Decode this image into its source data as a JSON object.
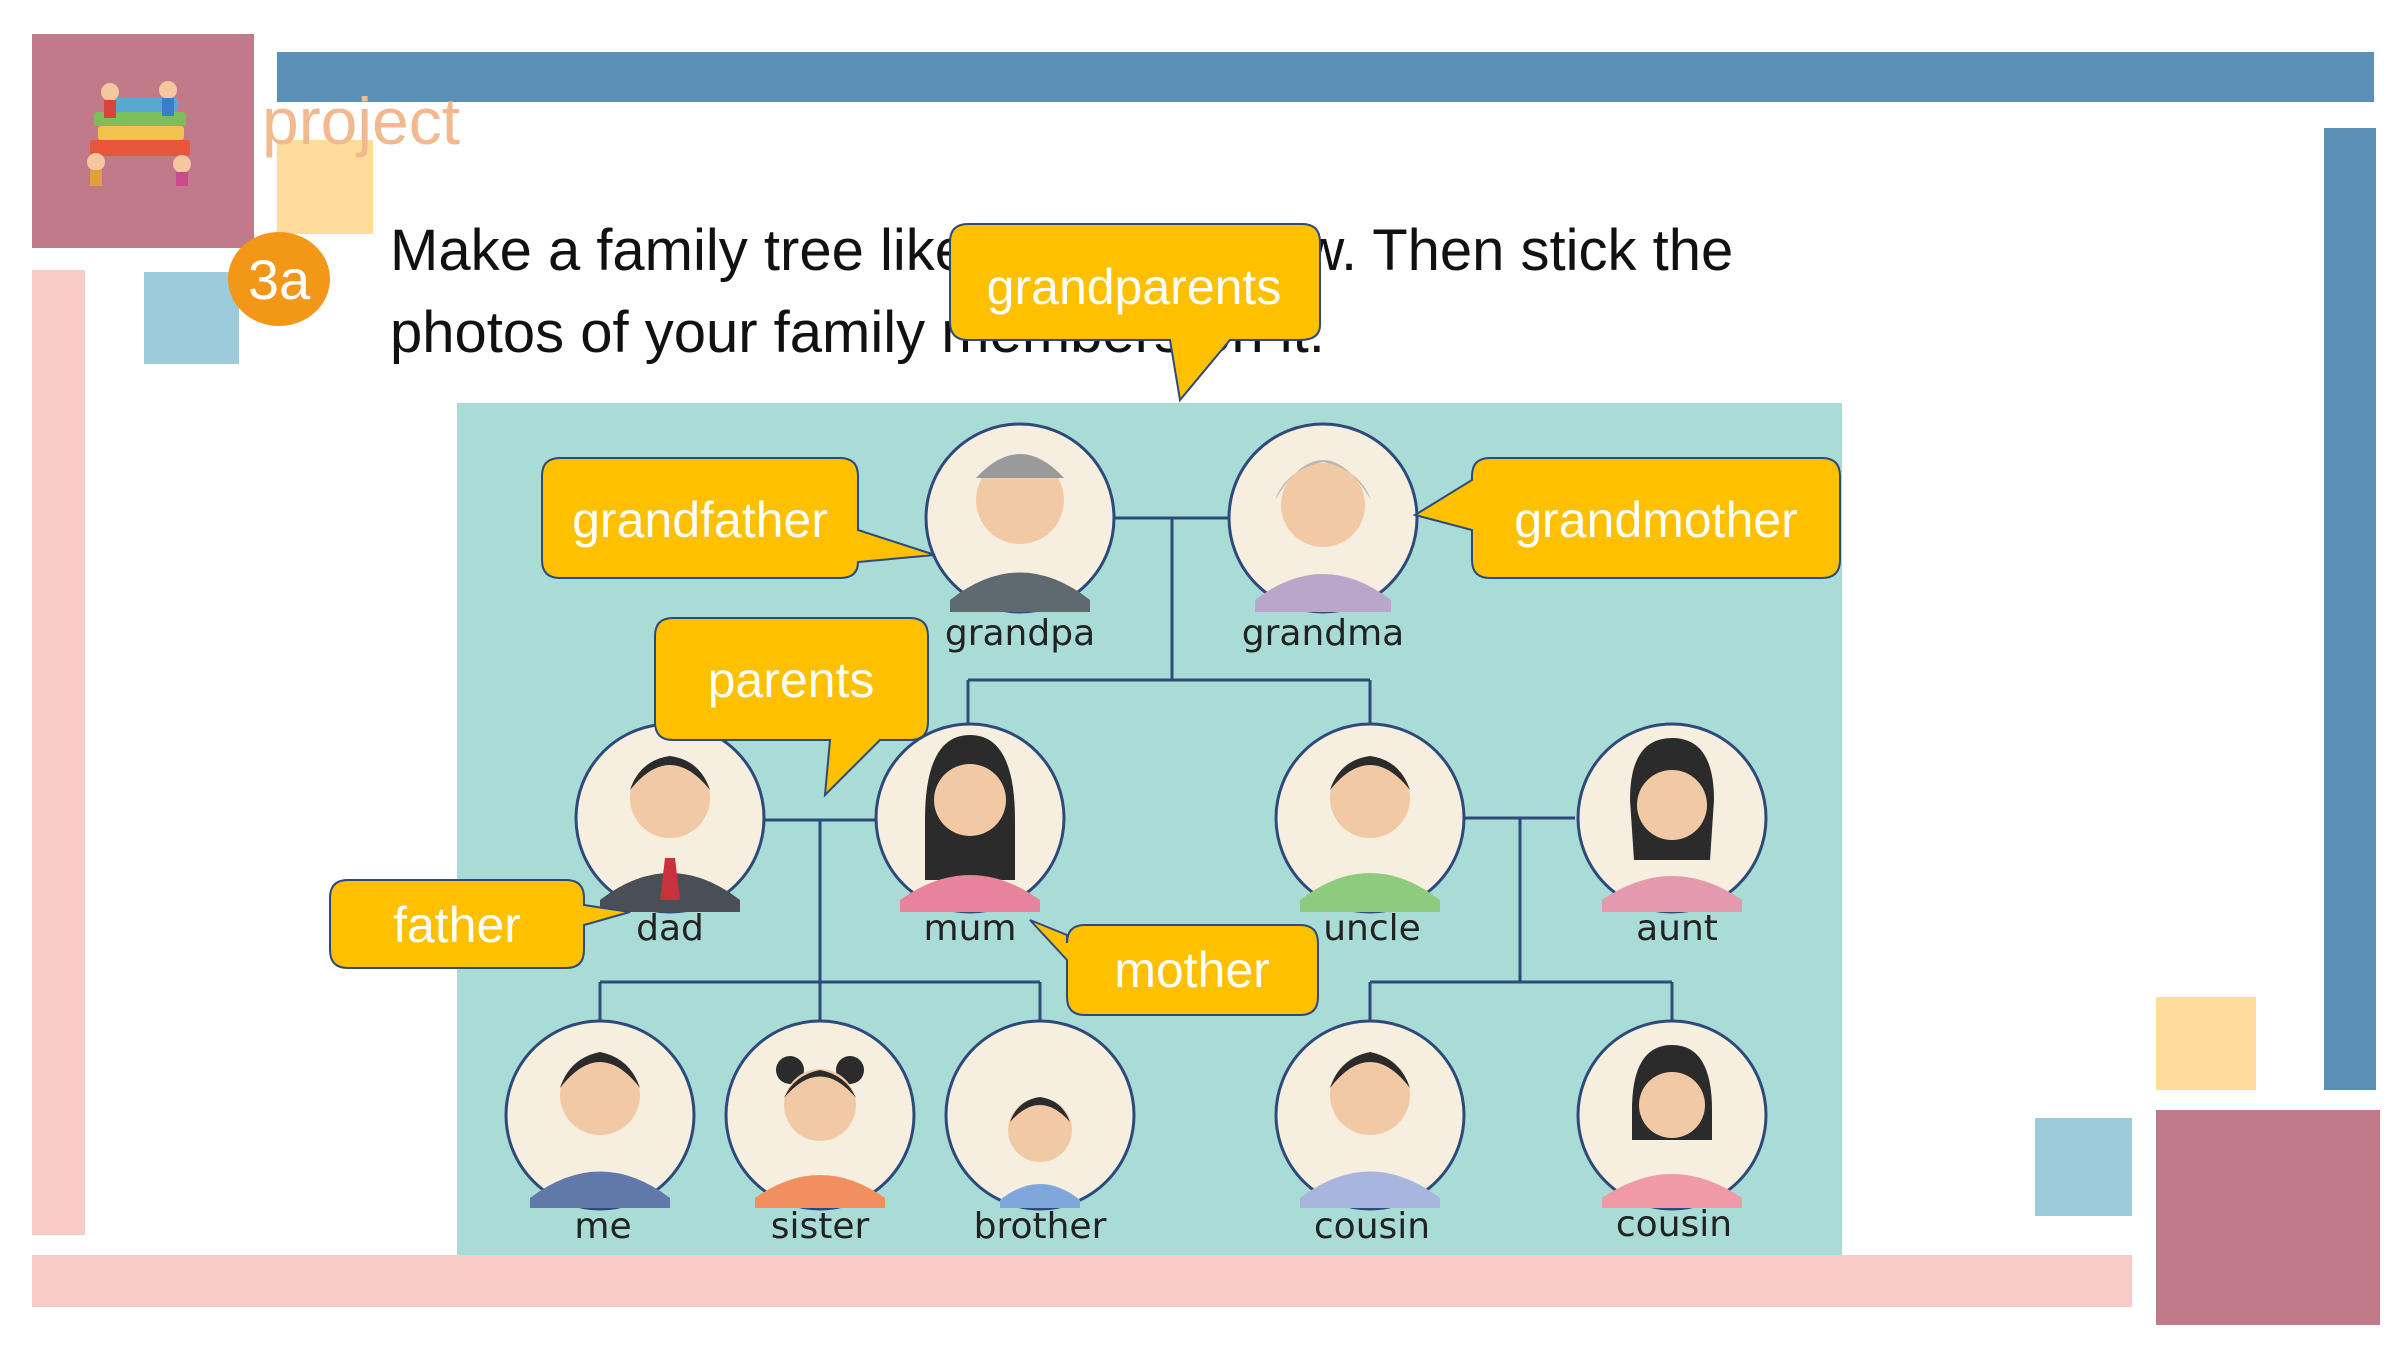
{
  "header": {
    "title": "project",
    "badge": "3a",
    "instruction": "Make a family tree like the one below. Then stick the photos of your family members on it."
  },
  "colors": {
    "accent_blue": "#5A8FB6",
    "rose": "#C07A89",
    "pale_pink": "#F8CCC6",
    "yellow": "#FEDD9C",
    "light_blue": "#9CCBDC",
    "panel_teal": "#A9DCD7",
    "callout_yellow": "#FFC000",
    "badge_orange": "#F29718"
  },
  "members": {
    "grandpa": "grandpa",
    "grandma": "grandma",
    "dad": "dad",
    "mum": "mum",
    "uncle": "uncle",
    "aunt": "aunt",
    "me": "me",
    "sister": "sister",
    "brother": "brother",
    "cousin1": "cousin",
    "cousin2": "cousin"
  },
  "callouts": {
    "grandparents": "grandparents",
    "grandfather": "grandfather",
    "grandmother": "grandmother",
    "parents": "parents",
    "father": "father",
    "mother": "mother"
  },
  "icons": {
    "logo": "kids-reading-books-illustration",
    "avatar": "person-portrait-icon"
  }
}
